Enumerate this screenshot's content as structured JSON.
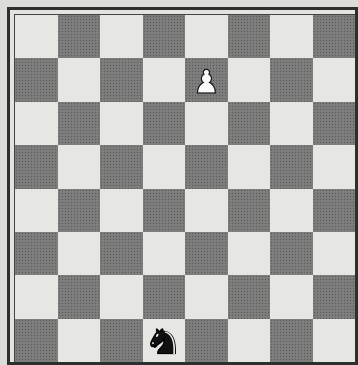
{
  "board": {
    "files": 8,
    "ranks": 8,
    "top_left_color": "light",
    "light_color": "#e6e6e3",
    "dark_color": "#9c9c9a",
    "pieces": [
      {
        "piece": "pawn",
        "color": "white",
        "square": "e7",
        "icon": "white-pawn-icon"
      },
      {
        "piece": "knight",
        "color": "black",
        "square": "d1",
        "icon": "black-knight-icon"
      }
    ]
  }
}
